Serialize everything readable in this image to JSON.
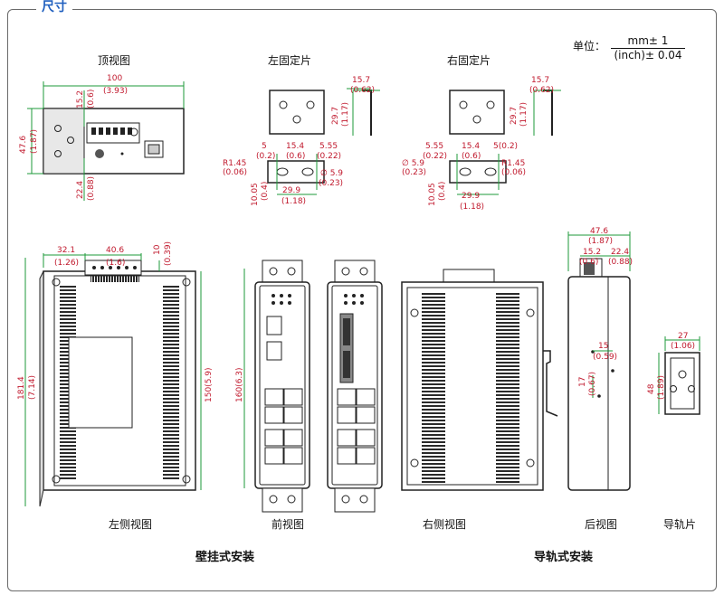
{
  "section_title": "尺寸",
  "unit": {
    "label": "单位：",
    "numerator": "mm± 1",
    "denominator": "(inch)± 0.04"
  },
  "views": {
    "top": "顶视图",
    "left_bracket": "左固定片",
    "right_bracket": "右固定片",
    "left_side": "左侧视图",
    "front": "前视图",
    "right_side": "右侧视图",
    "rear": "后视图",
    "rail": "导轨片"
  },
  "mounting": {
    "wall": "壁挂式安装",
    "din": "导轨式安装"
  },
  "dims": {
    "top_w": "100",
    "top_w_in": "(3.93)",
    "top_h": "47.6",
    "top_h_in": "(1.87)",
    "top_a": "15.2",
    "top_a_in": "(0.6)",
    "top_b": "22.4",
    "top_b_in": "(0.88)",
    "br_t": "15.7",
    "br_t_in": "(0.62)",
    "br_h": "29.7",
    "br_h_in": "(1.17)",
    "lb_5": "5",
    "lb_5_in": "(0.2)",
    "lb_154": "15.4",
    "lb_154_in": "(0.6)",
    "lb_555": "5.55",
    "lb_555_in": "(0.22)",
    "lb_r": "R1.45",
    "lb_r_in": "(0.06)",
    "lb_d": "∅ 5.9",
    "lb_d_in": "(0.23)",
    "lb_1005": "10.05",
    "lb_1005_in": "(0.4)",
    "lb_299": "29.9",
    "lb_299_in": "(1.18)",
    "rb_d": "∅ 5.9",
    "rb_5": "5(0.2)",
    "ls_321": "32.1",
    "ls_321_in": "(1.26)",
    "ls_406": "40.6",
    "ls_406_in": "(1.6)",
    "ls_10": "10",
    "ls_10_in": "(0.39)",
    "ls_1814": "181.4",
    "ls_1814_in": "(7.14)",
    "ls_150": "150(5.9)",
    "fr_160": "160(6.3)",
    "rear_476": "47.6",
    "rear_476_in": "(1.87)",
    "rear_152": "15.2",
    "rear_152_in": "(0.6)",
    "rear_224": "22.4",
    "rear_224_in": "(0.88)",
    "rear_15": "15",
    "rear_15_in": "(0.59)",
    "rear_17": "17",
    "rear_17_in": "(0.67)",
    "rail_27": "27",
    "rail_27_in": "(1.06)",
    "rail_48": "48",
    "rail_48_in": "(1.89)"
  }
}
